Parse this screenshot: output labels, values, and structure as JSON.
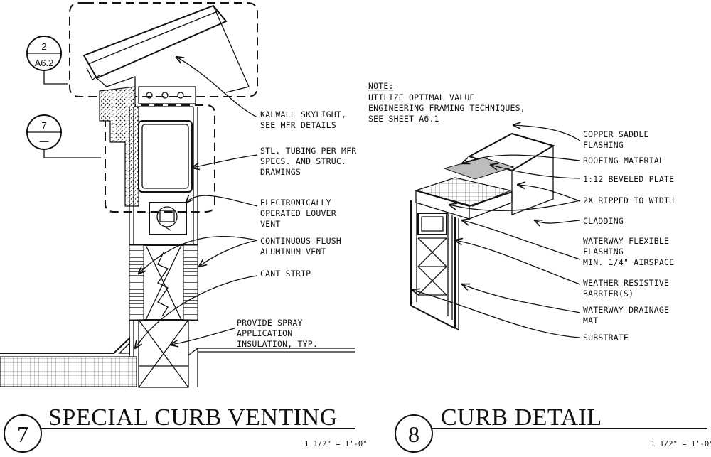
{
  "detail7": {
    "title": "SPECIAL CURB VENTING",
    "number": "7",
    "scale": "1 1/2\" = 1'-0\"",
    "tag_top": {
      "num": "2",
      "sheet": "A6.2"
    },
    "tag_mid": {
      "num": "7",
      "sheet": "—"
    },
    "labels": [
      {
        "lines": [
          "KALWALL SKYLIGHT,",
          "SEE MFR DETAILS"
        ]
      },
      {
        "lines": [
          "STL. TUBING PER MFR",
          "SPECS. AND STRUC.",
          "DRAWINGS"
        ]
      },
      {
        "lines": [
          "ELECTRONICALLY",
          "OPERATED LOUVER",
          "VENT"
        ]
      },
      {
        "lines": [
          "CONTINUOUS FLUSH",
          "ALUMINUM VENT"
        ]
      },
      {
        "lines": [
          "CANT STRIP"
        ]
      },
      {
        "lines": [
          "PROVIDE SPRAY",
          "APPLICATION",
          "INSULATION, TYP."
        ]
      }
    ]
  },
  "detail8": {
    "title": "CURB DETAIL",
    "number": "8",
    "scale": "1 1/2\" = 1'-0\"",
    "note": {
      "heading": "NOTE:",
      "lines": [
        "UTILIZE OPTIMAL VALUE",
        "ENGINEERING FRAMING TECHNIQUES,",
        "SEE SHEET A6.1"
      ]
    },
    "labels": [
      {
        "lines": [
          "COPPER SADDLE",
          "FLASHING"
        ]
      },
      {
        "lines": [
          "ROOFING MATERIAL"
        ]
      },
      {
        "lines": [
          "1:12 BEVELED PLATE"
        ]
      },
      {
        "lines": [
          "2X RIPPED TO WIDTH"
        ]
      },
      {
        "lines": [
          "CLADDING"
        ]
      },
      {
        "lines": [
          "WATERWAY FLEXIBLE",
          "FLASHING",
          "MIN. 1/4\" AIRSPACE"
        ]
      },
      {
        "lines": [
          "WEATHER RESISTIVE",
          "BARRIER(S)"
        ]
      },
      {
        "lines": [
          "WATERWAY DRAINAGE",
          "MAT"
        ]
      },
      {
        "lines": [
          "SUBSTRATE"
        ]
      }
    ]
  }
}
